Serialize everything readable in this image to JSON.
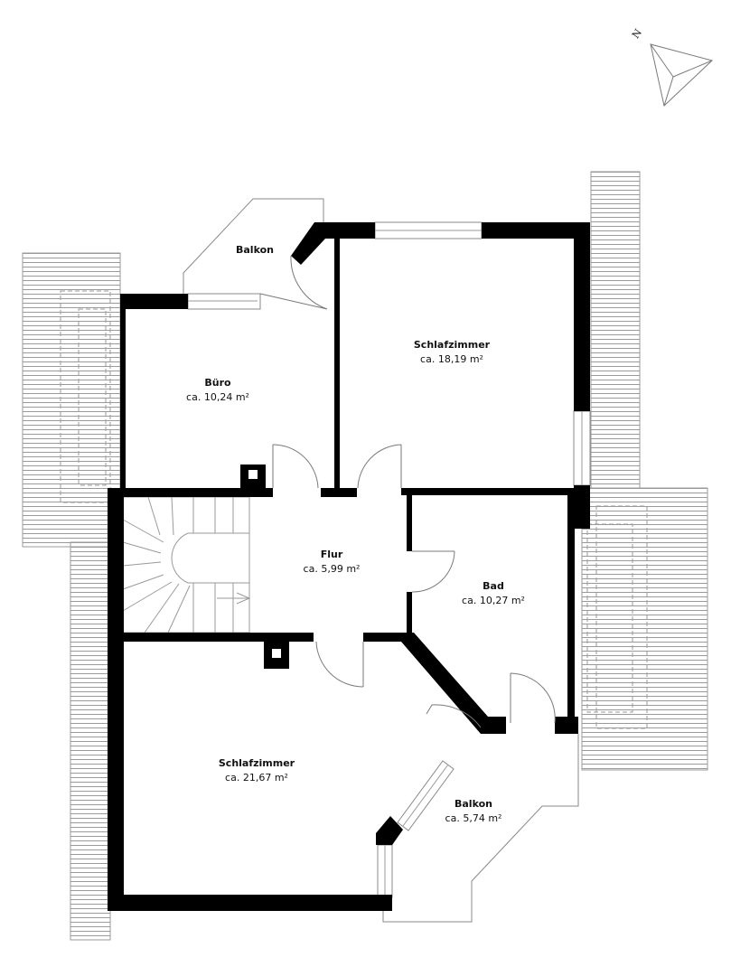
{
  "compass": {
    "letter": "N",
    "icon": "north-arrow-icon"
  },
  "rooms": {
    "balkon_top": {
      "name": "Balkon",
      "area": ""
    },
    "buero": {
      "name": "Büro",
      "area": "ca. 10,24 m²"
    },
    "schlafzimmer_top": {
      "name": "Schlafzimmer",
      "area": "ca. 18,19 m²"
    },
    "flur": {
      "name": "Flur",
      "area": "ca. 5,99 m²"
    },
    "bad": {
      "name": "Bad",
      "area": "ca. 10,27 m²"
    },
    "schlafzimmer_bottom": {
      "name": "Schlafzimmer",
      "area": "ca. 21,67 m²"
    },
    "balkon_bottom": {
      "name": "Balkon",
      "area": "ca. 5,74 m²"
    }
  },
  "colors": {
    "wall": "#000000",
    "line": "#9a9a9a",
    "background": "#ffffff"
  }
}
